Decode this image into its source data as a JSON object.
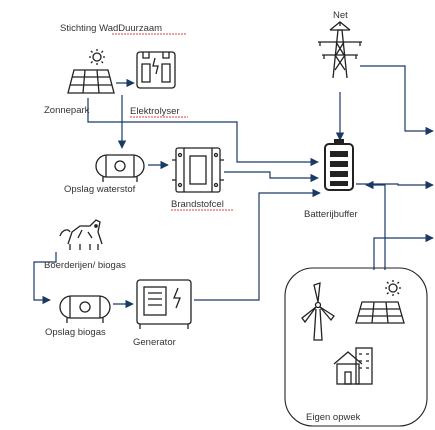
{
  "labels": {
    "stichting": "Stichting WadDuurzaam",
    "net": "Net",
    "zonnepark": "Zonnepark",
    "elektrolyser": "Elektrolyser",
    "opslag_waterstof": "Opslag waterstof",
    "brandstofcel": "Brandstofcel",
    "batterijbuffer": "Batterijbuffer",
    "boerderijen": "Boerderijen/ biogas",
    "opslag_biogas": "Opslag biogas",
    "generator": "Generator",
    "eigen_opwek": "Eigen opwek"
  },
  "colors": {
    "connector": "#1a3a66",
    "icon": "#222222",
    "spellcheck": "#e23c3c"
  },
  "icons": [
    "solar-panel-icon",
    "electrolyser-icon",
    "pylon-icon",
    "hydrogen-tank-icon",
    "fuel-cell-icon",
    "battery-icon",
    "farm-animals-icon",
    "biogas-tank-icon",
    "generator-icon",
    "wind-turbine-icon",
    "house-icon"
  ]
}
